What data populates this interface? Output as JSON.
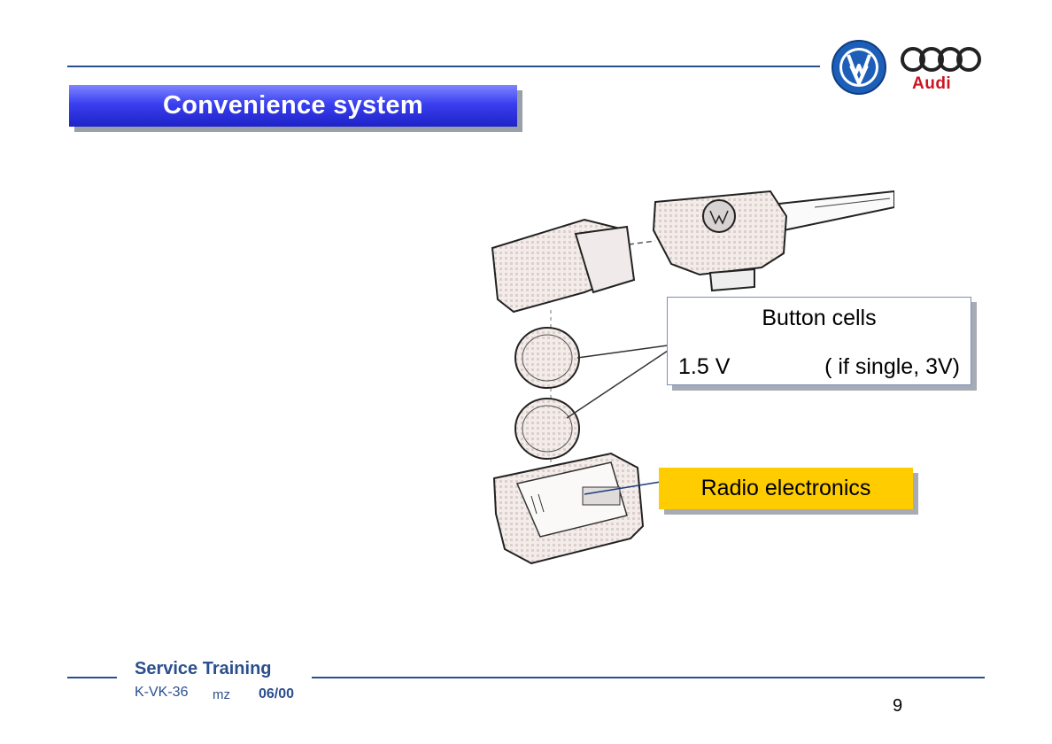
{
  "slide": {
    "title": "Convenience system",
    "page_number": "9"
  },
  "callouts": {
    "button_cells_title": "Button cells",
    "button_cells_voltage": "1.5 V",
    "button_cells_note": "( if single, 3V)",
    "radio_electronics": "Radio electronics"
  },
  "footer": {
    "title": "Service Training",
    "code": "K-VK-36",
    "author": "mz",
    "date": "06/00"
  },
  "logos": [
    "vw-logo",
    "audi-logo"
  ],
  "logo_text": {
    "audi": "Audi"
  },
  "colors": {
    "rule": "#2b4f8e",
    "title_box": "#3a40ef",
    "radio_box": "#ffcc00",
    "audi_red": "#cc1424"
  }
}
